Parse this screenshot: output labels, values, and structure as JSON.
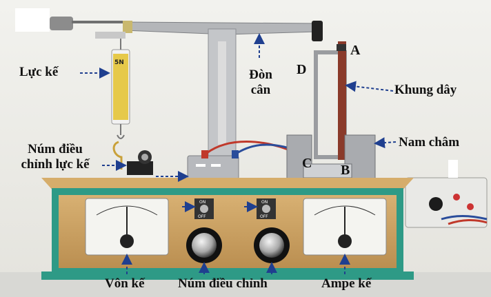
{
  "labels": {
    "luc_ke": "Lực kế",
    "don_can_line1": "Đòn",
    "don_can_line2": "cân",
    "khung_day": "Khung dây",
    "nam_cham": "Nam châm",
    "num_dieu_chinh_luc_ke_line1": "Núm điều",
    "num_dieu_chinh_luc_ke_line2": "chỉnh lực kế",
    "von_ke": "Vôn kế",
    "num_dieu_chinh": "Núm điều chỉnh",
    "ampe_ke": "Ampe kế"
  },
  "frame_corners": {
    "A": "A",
    "B": "B",
    "C": "C",
    "D": "D"
  },
  "spring_scale_logo": "5N",
  "switch_text": {
    "on": "ON",
    "off": "OFF"
  },
  "colors": {
    "wood": "#c9a060",
    "teal_frame": "#2e9a86",
    "arrow": "#1f3f8f",
    "wire_red": "#c0392b",
    "wire_blue": "#2a4d9b"
  }
}
